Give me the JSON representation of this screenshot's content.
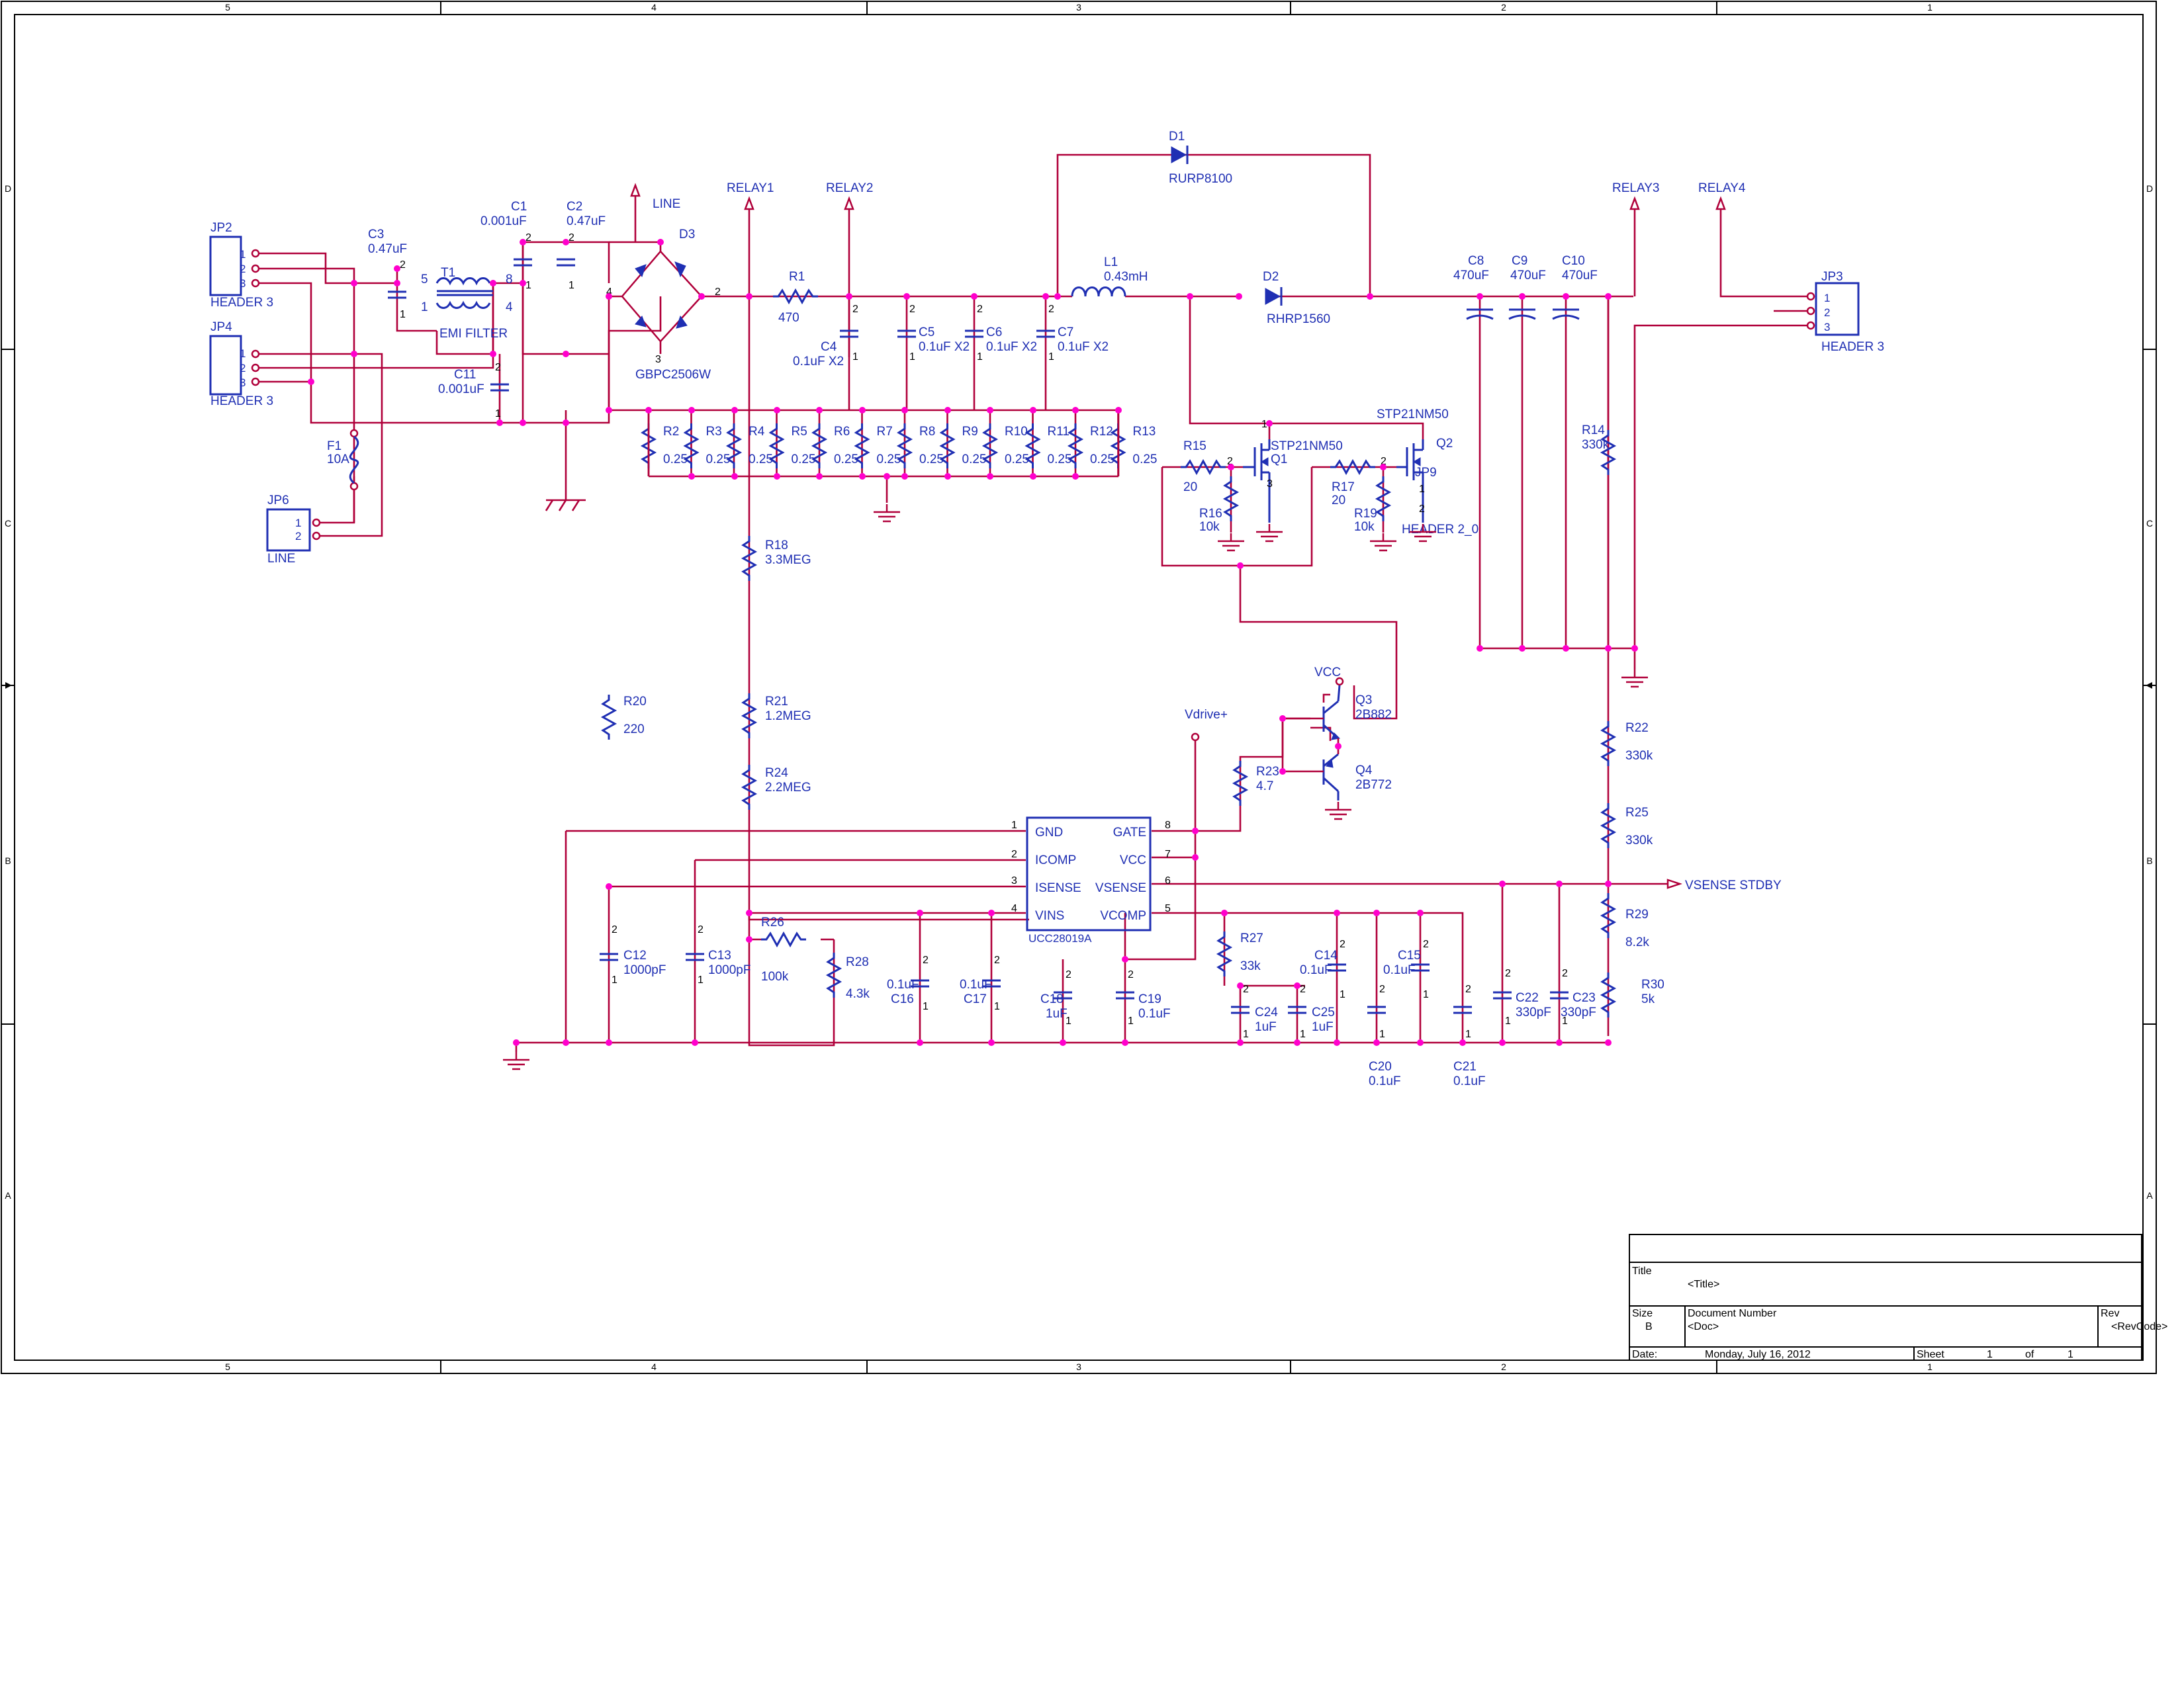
{
  "zones": {
    "cols": [
      "5",
      "4",
      "3",
      "2",
      "1"
    ],
    "rows": [
      "D",
      "C",
      "B",
      "A"
    ]
  },
  "title_block": {
    "title_label": "Title",
    "title_value": "<Title>",
    "size_label": "Size",
    "size_value": "B",
    "docnum_label": "Document Number",
    "docnum_value": "<Doc>",
    "rev_label": "Rev",
    "rev_value": "<RevCode>",
    "date_label": "Date:",
    "date_value": "Monday, July 16, 2012",
    "sheet_label": "Sheet",
    "sheet_value": "1",
    "of_label": "of",
    "of_value": "1"
  },
  "ic": {
    "part": "UCC28019A",
    "pins_left": [
      {
        "num": "1",
        "name": "GND"
      },
      {
        "num": "2",
        "name": "ICOMP"
      },
      {
        "num": "3",
        "name": "ISENSE"
      },
      {
        "num": "4",
        "name": "VINS"
      }
    ],
    "pins_right": [
      {
        "num": "8",
        "name": "GATE"
      },
      {
        "num": "7",
        "name": "VCC"
      },
      {
        "num": "6",
        "name": "VSENSE"
      },
      {
        "num": "5",
        "name": "VCOMP"
      }
    ]
  },
  "nets": {
    "line": "LINE",
    "relay1": "RELAY1",
    "relay2": "RELAY2",
    "relay3": "RELAY3",
    "relay4": "RELAY4",
    "vcc": "VCC",
    "vdrive": "Vdrive+",
    "vsense_stdby": "VSENSE STDBY"
  },
  "headers": {
    "jp2": {
      "ref": "JP2",
      "value": "HEADER 3",
      "pins": [
        "1",
        "2",
        "3"
      ]
    },
    "jp4": {
      "ref": "JP4",
      "value": "HEADER 3",
      "pins": [
        "1",
        "2",
        "3"
      ]
    },
    "jp3": {
      "ref": "JP3",
      "value": "HEADER 3",
      "pins": [
        "1",
        "2",
        "3"
      ]
    },
    "jp6": {
      "ref": "JP6",
      "value": "LINE",
      "pins": [
        "1",
        "2"
      ]
    },
    "jp9": {
      "ref": "JP9",
      "value": "HEADER 2_0",
      "pins": [
        "1",
        "2"
      ]
    }
  },
  "components": {
    "c3": {
      "ref": "C3",
      "value": "0.47uF"
    },
    "t1": {
      "ref": "T1",
      "value": "EMI FILTER",
      "pins": [
        "5",
        "1",
        "8",
        "4"
      ]
    },
    "c1": {
      "ref": "C1",
      "value": "0.001uF"
    },
    "c2": {
      "ref": "C2",
      "value": "0.47uF"
    },
    "c11": {
      "ref": "C11",
      "value": "0.001uF"
    },
    "f1": {
      "ref": "F1",
      "value": "10A"
    },
    "d3": {
      "ref": "D3",
      "value": "GBPC2506W",
      "pins": [
        "4",
        "2",
        "3"
      ]
    },
    "r1": {
      "ref": "R1",
      "value": "470"
    },
    "c4": {
      "ref": "C4",
      "value": "0.1uF X2"
    },
    "c5": {
      "ref": "C5",
      "value": "0.1uF X2"
    },
    "c6": {
      "ref": "C6",
      "value": "0.1uF X2"
    },
    "c7": {
      "ref": "C7",
      "value": "0.1uF X2"
    },
    "l1": {
      "ref": "L1",
      "value": "0.43mH"
    },
    "d1": {
      "ref": "D1",
      "value": "RURP8100"
    },
    "d2": {
      "ref": "D2",
      "value": "RHRP1560"
    },
    "c8": {
      "ref": "C8",
      "value": "470uF"
    },
    "c9": {
      "ref": "C9",
      "value": "470uF"
    },
    "c10": {
      "ref": "C10",
      "value": "470uF"
    },
    "sense_res": [
      {
        "ref": "R2",
        "value": "0.25"
      },
      {
        "ref": "R3",
        "value": "0.25"
      },
      {
        "ref": "R4",
        "value": "0.25"
      },
      {
        "ref": "R5",
        "value": "0.25"
      },
      {
        "ref": "R6",
        "value": "0.25"
      },
      {
        "ref": "R7",
        "value": "0.25"
      },
      {
        "ref": "R8",
        "value": "0.25"
      },
      {
        "ref": "R9",
        "value": "0.25"
      },
      {
        "ref": "R10",
        "value": "0.25"
      },
      {
        "ref": "R11",
        "value": "0.25"
      },
      {
        "ref": "R12",
        "value": "0.25"
      },
      {
        "ref": "R13",
        "value": "0.25"
      }
    ],
    "q1": {
      "ref": "Q1",
      "value": "STP21NM50"
    },
    "q2": {
      "ref": "Q2",
      "value": "STP21NM50"
    },
    "r15": {
      "ref": "R15",
      "value": "20"
    },
    "r16": {
      "ref": "R16",
      "value": "10k"
    },
    "r17": {
      "ref": "R17",
      "value": "20"
    },
    "r19": {
      "ref": "R19",
      "value": "10k"
    },
    "r14": {
      "ref": "R14",
      "value": "330k"
    },
    "r18": {
      "ref": "R18",
      "value": "3.3MEG"
    },
    "r20": {
      "ref": "R20",
      "value": "220"
    },
    "r21": {
      "ref": "R21",
      "value": "1.2MEG"
    },
    "r24": {
      "ref": "R24",
      "value": "2.2MEG"
    },
    "r22": {
      "ref": "R22",
      "value": "330k"
    },
    "r25": {
      "ref": "R25",
      "value": "330k"
    },
    "r29": {
      "ref": "R29",
      "value": "8.2k"
    },
    "r30": {
      "ref": "R30",
      "value": "5k"
    },
    "q3": {
      "ref": "Q3",
      "value": "2B882"
    },
    "q4": {
      "ref": "Q4",
      "value": "2B772"
    },
    "r23": {
      "ref": "R23",
      "value": "4.7"
    },
    "r26": {
      "ref": "R26",
      "value": "100k"
    },
    "r28": {
      "ref": "R28",
      "value": "4.3k"
    },
    "r27": {
      "ref": "R27",
      "value": "33k"
    },
    "c12": {
      "ref": "C12",
      "value": "1000pF"
    },
    "c13": {
      "ref": "C13",
      "value": "1000pF"
    },
    "c16": {
      "ref": "C16",
      "value": "0.1uF"
    },
    "c17": {
      "ref": "C17",
      "value": "0.1uF"
    },
    "c18": {
      "ref": "C18",
      "value": "1uF"
    },
    "c19": {
      "ref": "C19",
      "value": "0.1uF"
    },
    "c24": {
      "ref": "C24",
      "value": "1uF"
    },
    "c25": {
      "ref": "C25",
      "value": "1uF"
    },
    "c14": {
      "ref": "C14",
      "value": "0.1uF"
    },
    "c15": {
      "ref": "C15",
      "value": "0.1uF"
    },
    "c20": {
      "ref": "C20",
      "value": "0.1uF"
    },
    "c21": {
      "ref": "C21",
      "value": "0.1uF"
    },
    "c22": {
      "ref": "C22",
      "value": "330pF"
    },
    "c23": {
      "ref": "C23",
      "value": "330pF"
    }
  },
  "pin_numbers": {
    "one": "1",
    "two": "2",
    "three": "3"
  }
}
